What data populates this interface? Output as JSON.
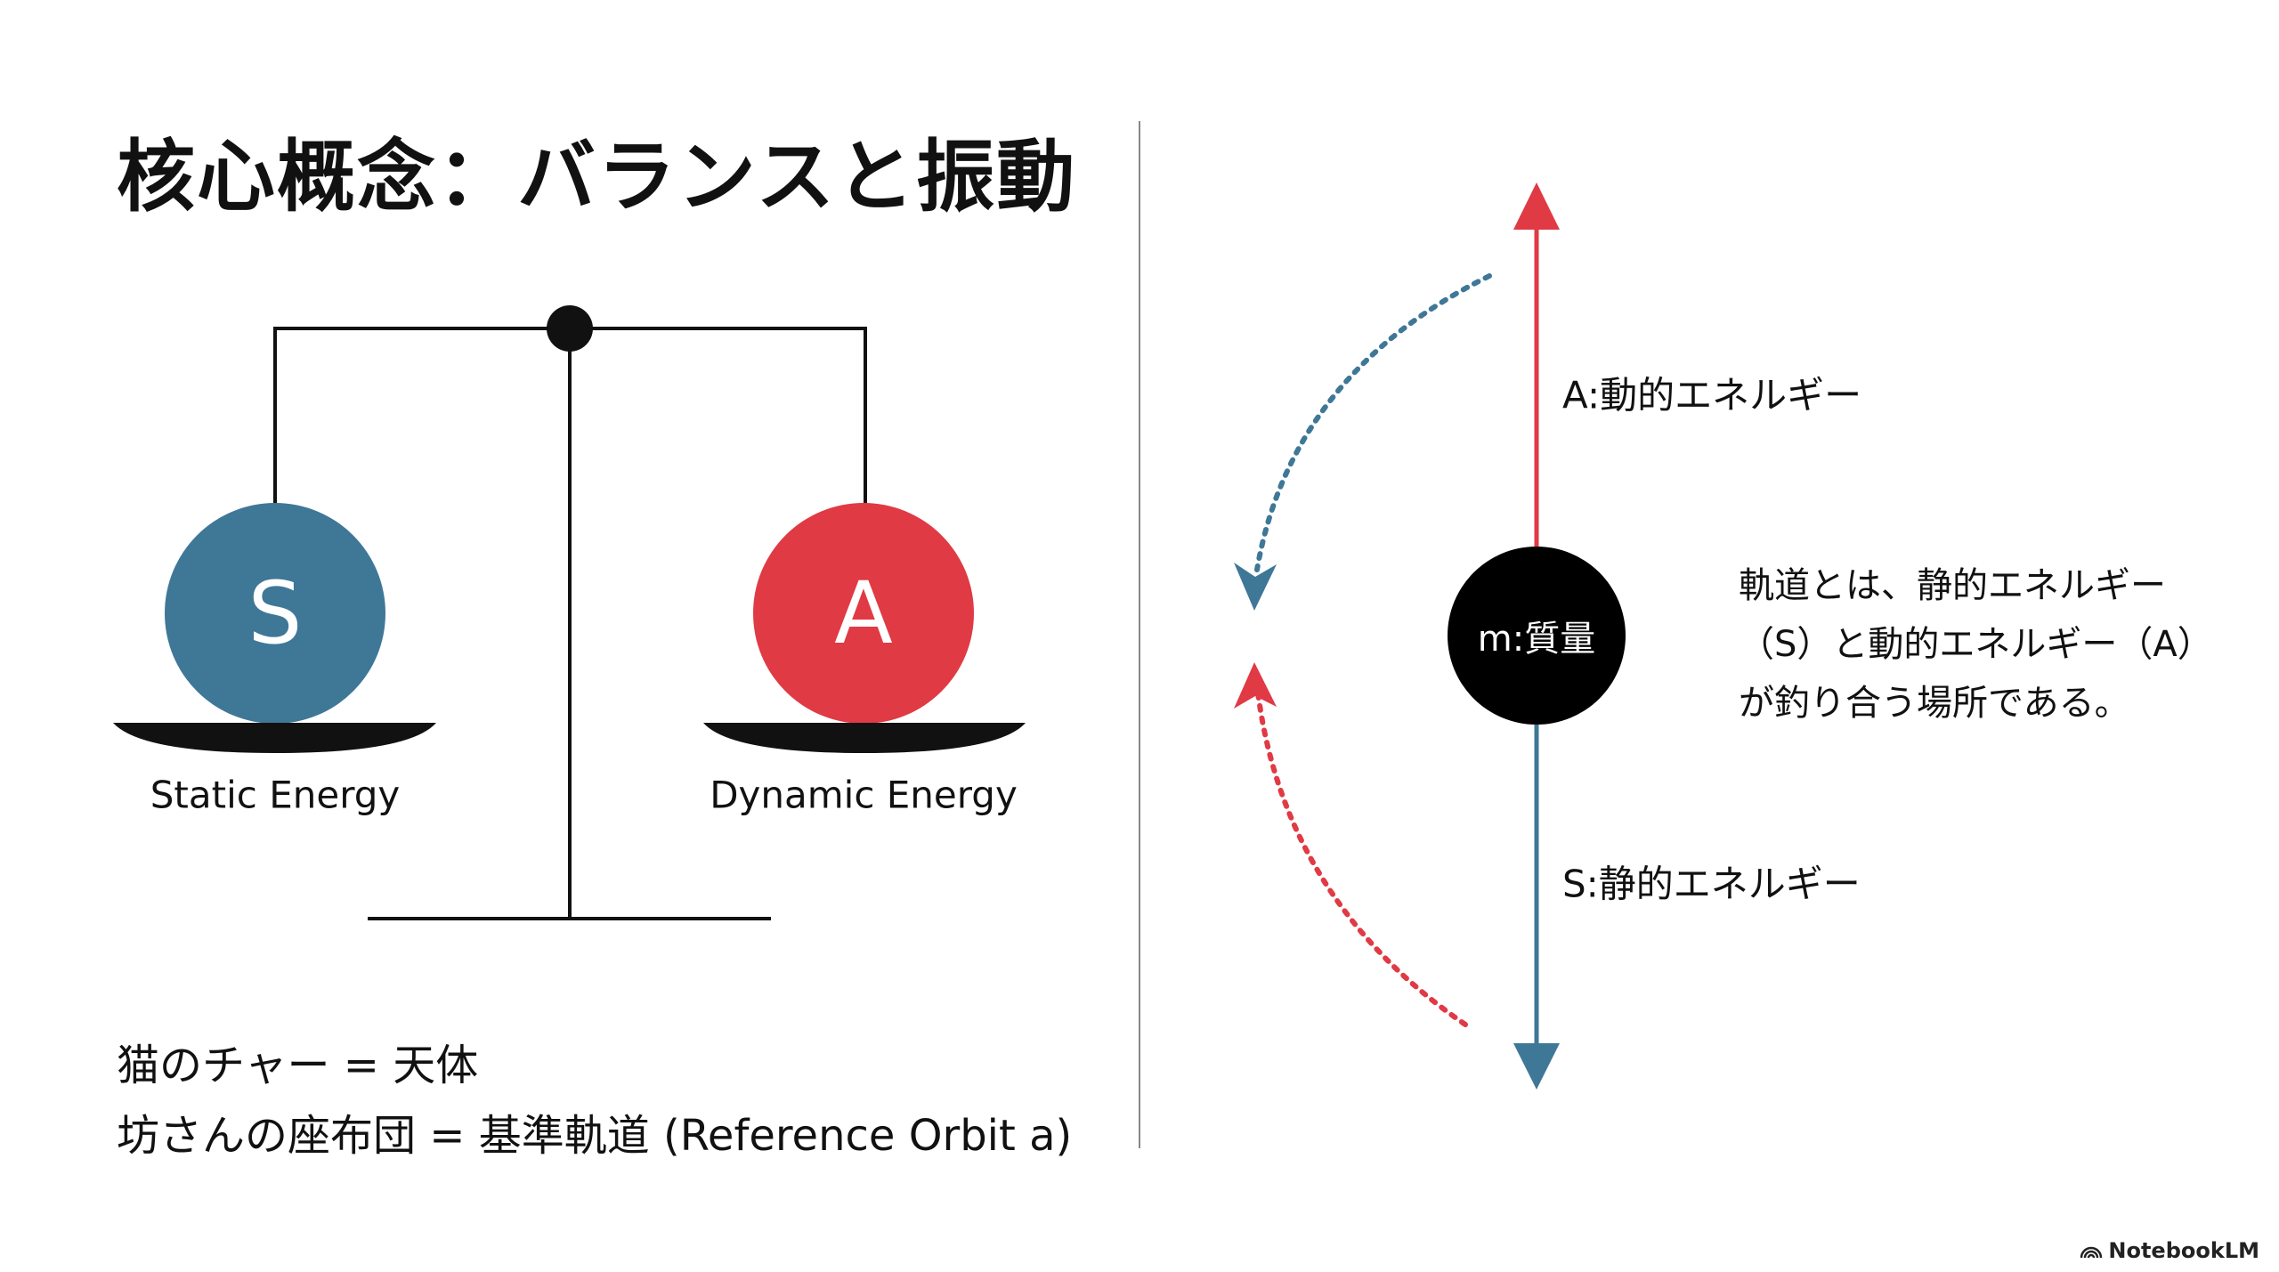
{
  "title": "核心概念：バランスと振動",
  "colors": {
    "static": "#3f7797",
    "dynamic": "#e03a44"
  },
  "balance": {
    "left_ball": "S",
    "right_ball": "A",
    "left_label": "Static Energy",
    "right_label": "Dynamic Energy"
  },
  "notes": [
    "猫のチャー = 天体",
    "坊さんの座布団 = 基準軌道 (Reference Orbit a)"
  ],
  "orbit": {
    "mass_label": "m:質量",
    "up_label": "A:動的エネルギー",
    "down_label": "S:静的エネルギー",
    "description": [
      "軌道とは、静的エネルギー",
      "（S）と動的エネルギー（A）",
      "が釣り合う場所である。"
    ]
  },
  "branding": "NotebookLM"
}
